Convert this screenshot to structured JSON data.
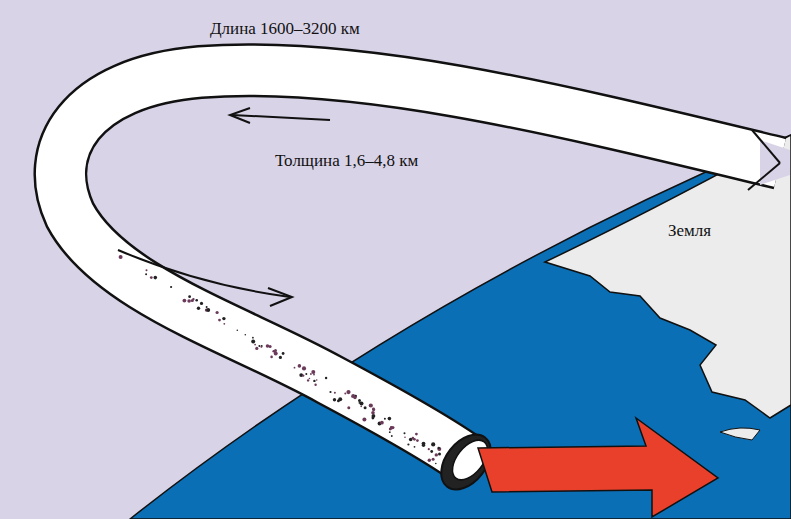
{
  "diagram": {
    "labels": [
      "Длина 1600–3200 км",
      "Толщина 1,6–4,8 км",
      "Земля"
    ]
  }
}
